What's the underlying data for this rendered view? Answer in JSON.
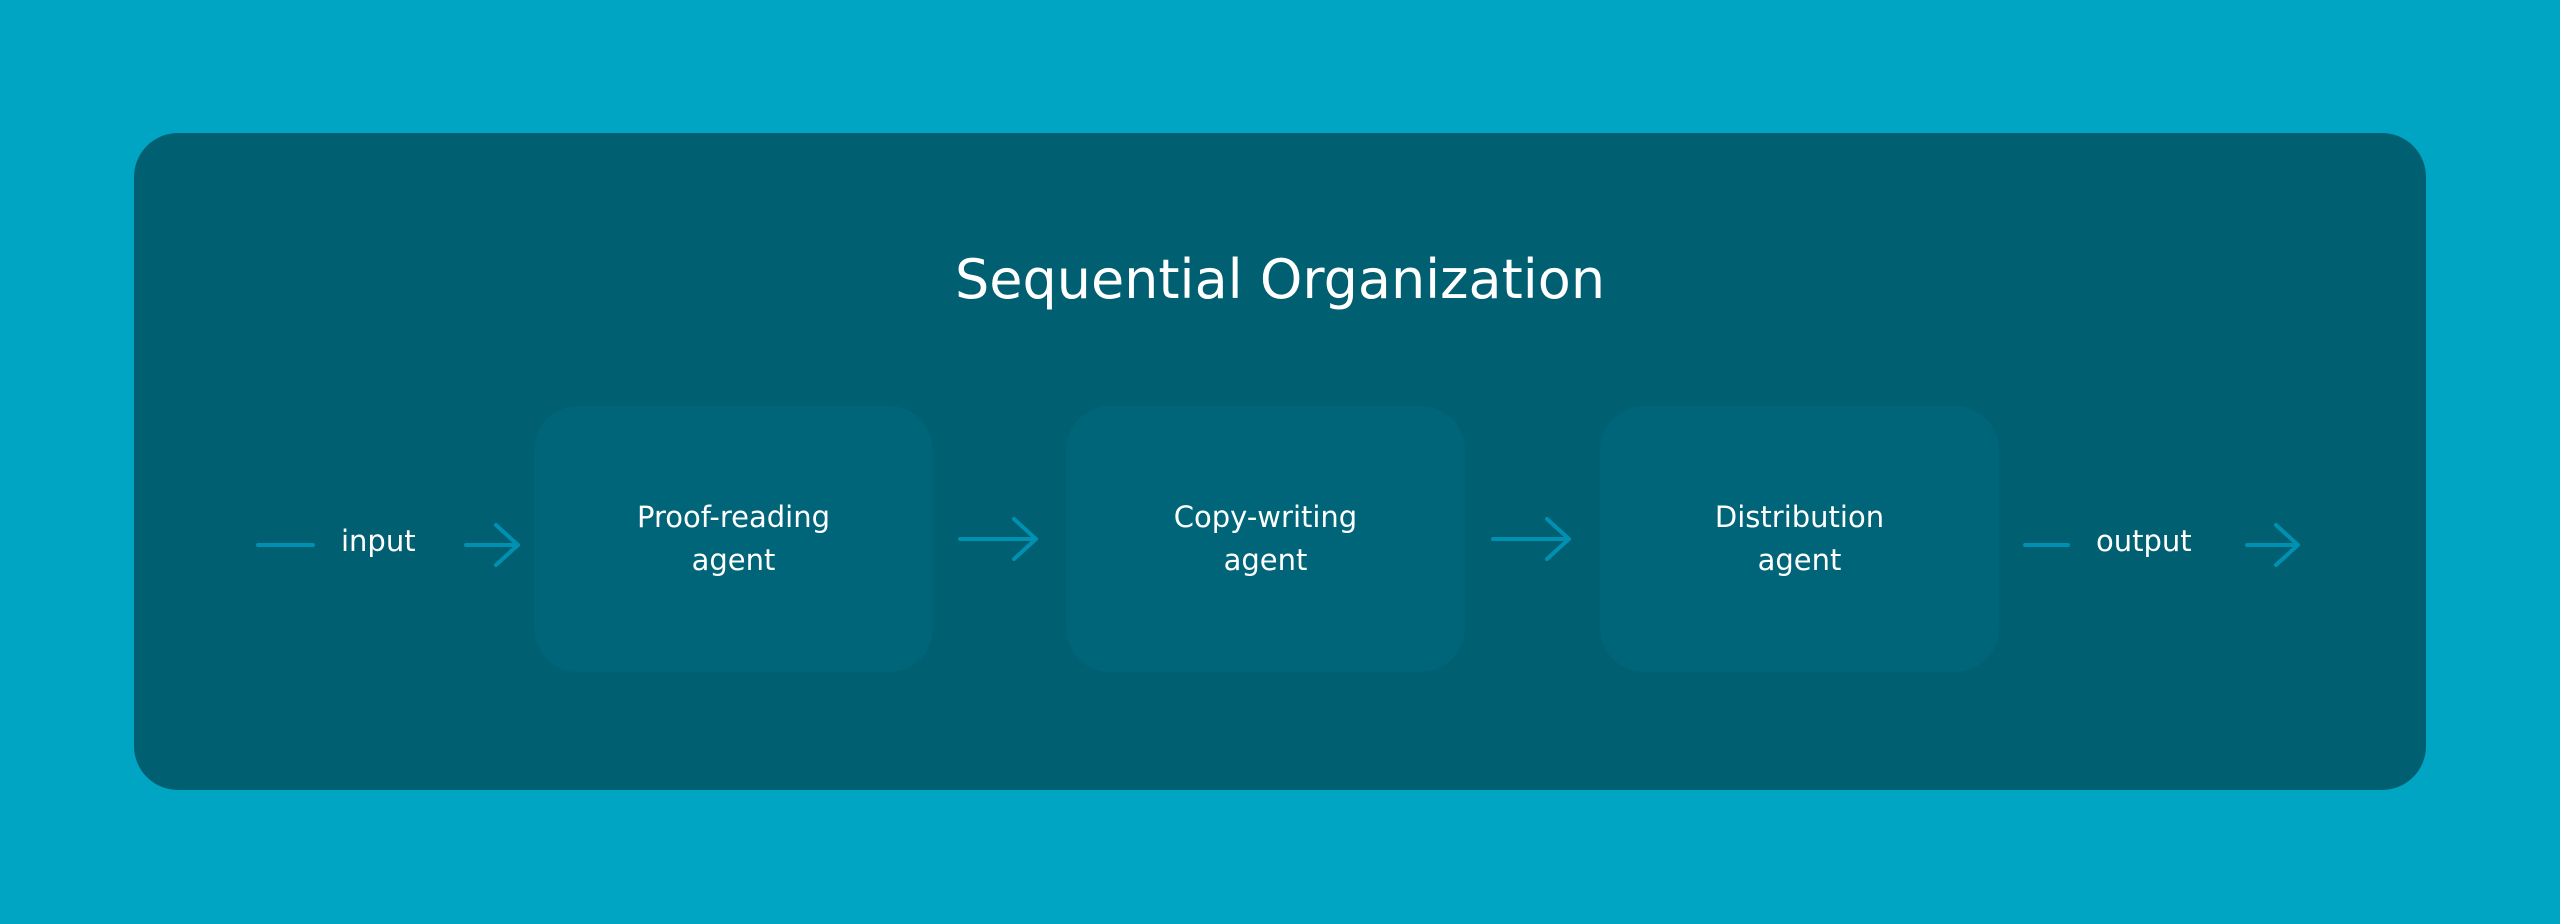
{
  "title": "Sequential Organization",
  "input_label": "input",
  "output_label": "output",
  "agents": [
    {
      "line1": "Proof-reading",
      "line2": "agent"
    },
    {
      "line1": "Copy-writing",
      "line2": "agent"
    },
    {
      "line1": "Distribution",
      "line2": "agent"
    }
  ],
  "colors": {
    "background": "#00a5c3",
    "panel": "#005f71",
    "box": "#006579",
    "arrow": "#0090b2"
  }
}
